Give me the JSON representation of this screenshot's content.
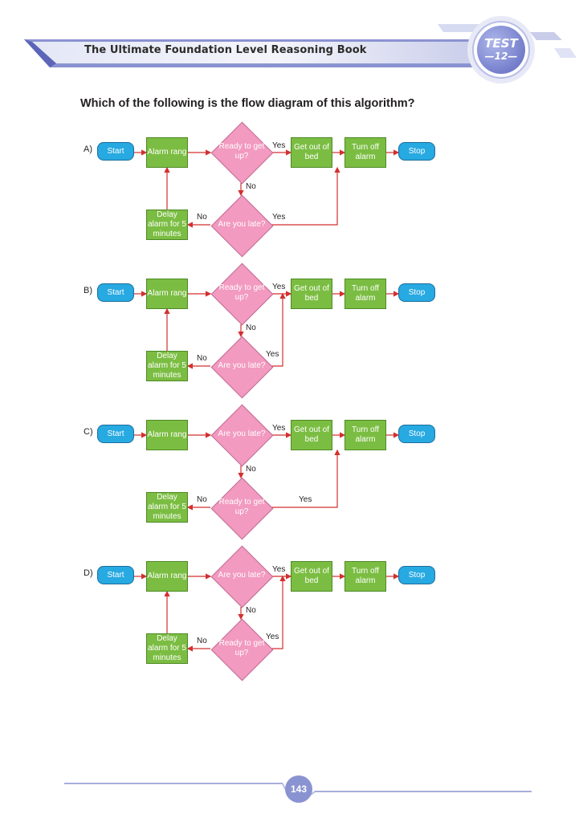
{
  "header": {
    "book_title": "The Ultimate Foundation Level Reasoning Book",
    "badge_line1": "TEST",
    "badge_line2": "—12—"
  },
  "question": "Which of the following is the flow diagram of this algorithm?",
  "options": [
    {
      "label": "A)",
      "start": "Start",
      "step1": "Alarm rang",
      "d1": "Ready to get up?",
      "d2": "Are you late?",
      "step2": "Get out of bed",
      "step3": "Turn off alarm",
      "stop": "Stop",
      "delay": "Delay alarm for 5 minutes",
      "yes_top": "Yes",
      "no_down": "No",
      "no_left": "No",
      "yes_bottom": "Yes"
    },
    {
      "label": "B)",
      "start": "Start",
      "step1": "Alarm rang",
      "d1": "Ready to get up?",
      "d2": "Are you late?",
      "step2": "Get out of bed",
      "step3": "Turn off alarm",
      "stop": "Stop",
      "delay": "Delay alarm for 5 minutes",
      "yes_top": "Yes",
      "no_down": "No",
      "no_left": "No",
      "yes_bottom": "Yes"
    },
    {
      "label": "C)",
      "start": "Start",
      "step1": "Alarm rang",
      "d1": "Are you late?",
      "d2": "Ready to get up?",
      "step2": "Get out of bed",
      "step3": "Turn off alarm",
      "stop": "Stop",
      "delay": "Delay alarm for 5 minutes",
      "yes_top": "Yes",
      "no_down": "No",
      "no_left": "No",
      "yes_bottom": "Yes"
    },
    {
      "label": "D)",
      "start": "Start",
      "step1": "Alarm rang",
      "d1": "Are you late?",
      "d2": "Ready to get up?",
      "step2": "Get out of bed",
      "step3": "Turn off alarm",
      "stop": "Stop",
      "delay": "Delay alarm for 5 minutes",
      "yes_top": "Yes",
      "no_down": "No",
      "no_left": "No",
      "yes_bottom": "Yes"
    }
  ],
  "footer": {
    "page_number": "143"
  },
  "colors": {
    "terminal": "#27a9e1",
    "process": "#7bbd42",
    "decision": "#f29ac0",
    "arrow": "#d32f2f",
    "header_band": "#8a93d1"
  }
}
